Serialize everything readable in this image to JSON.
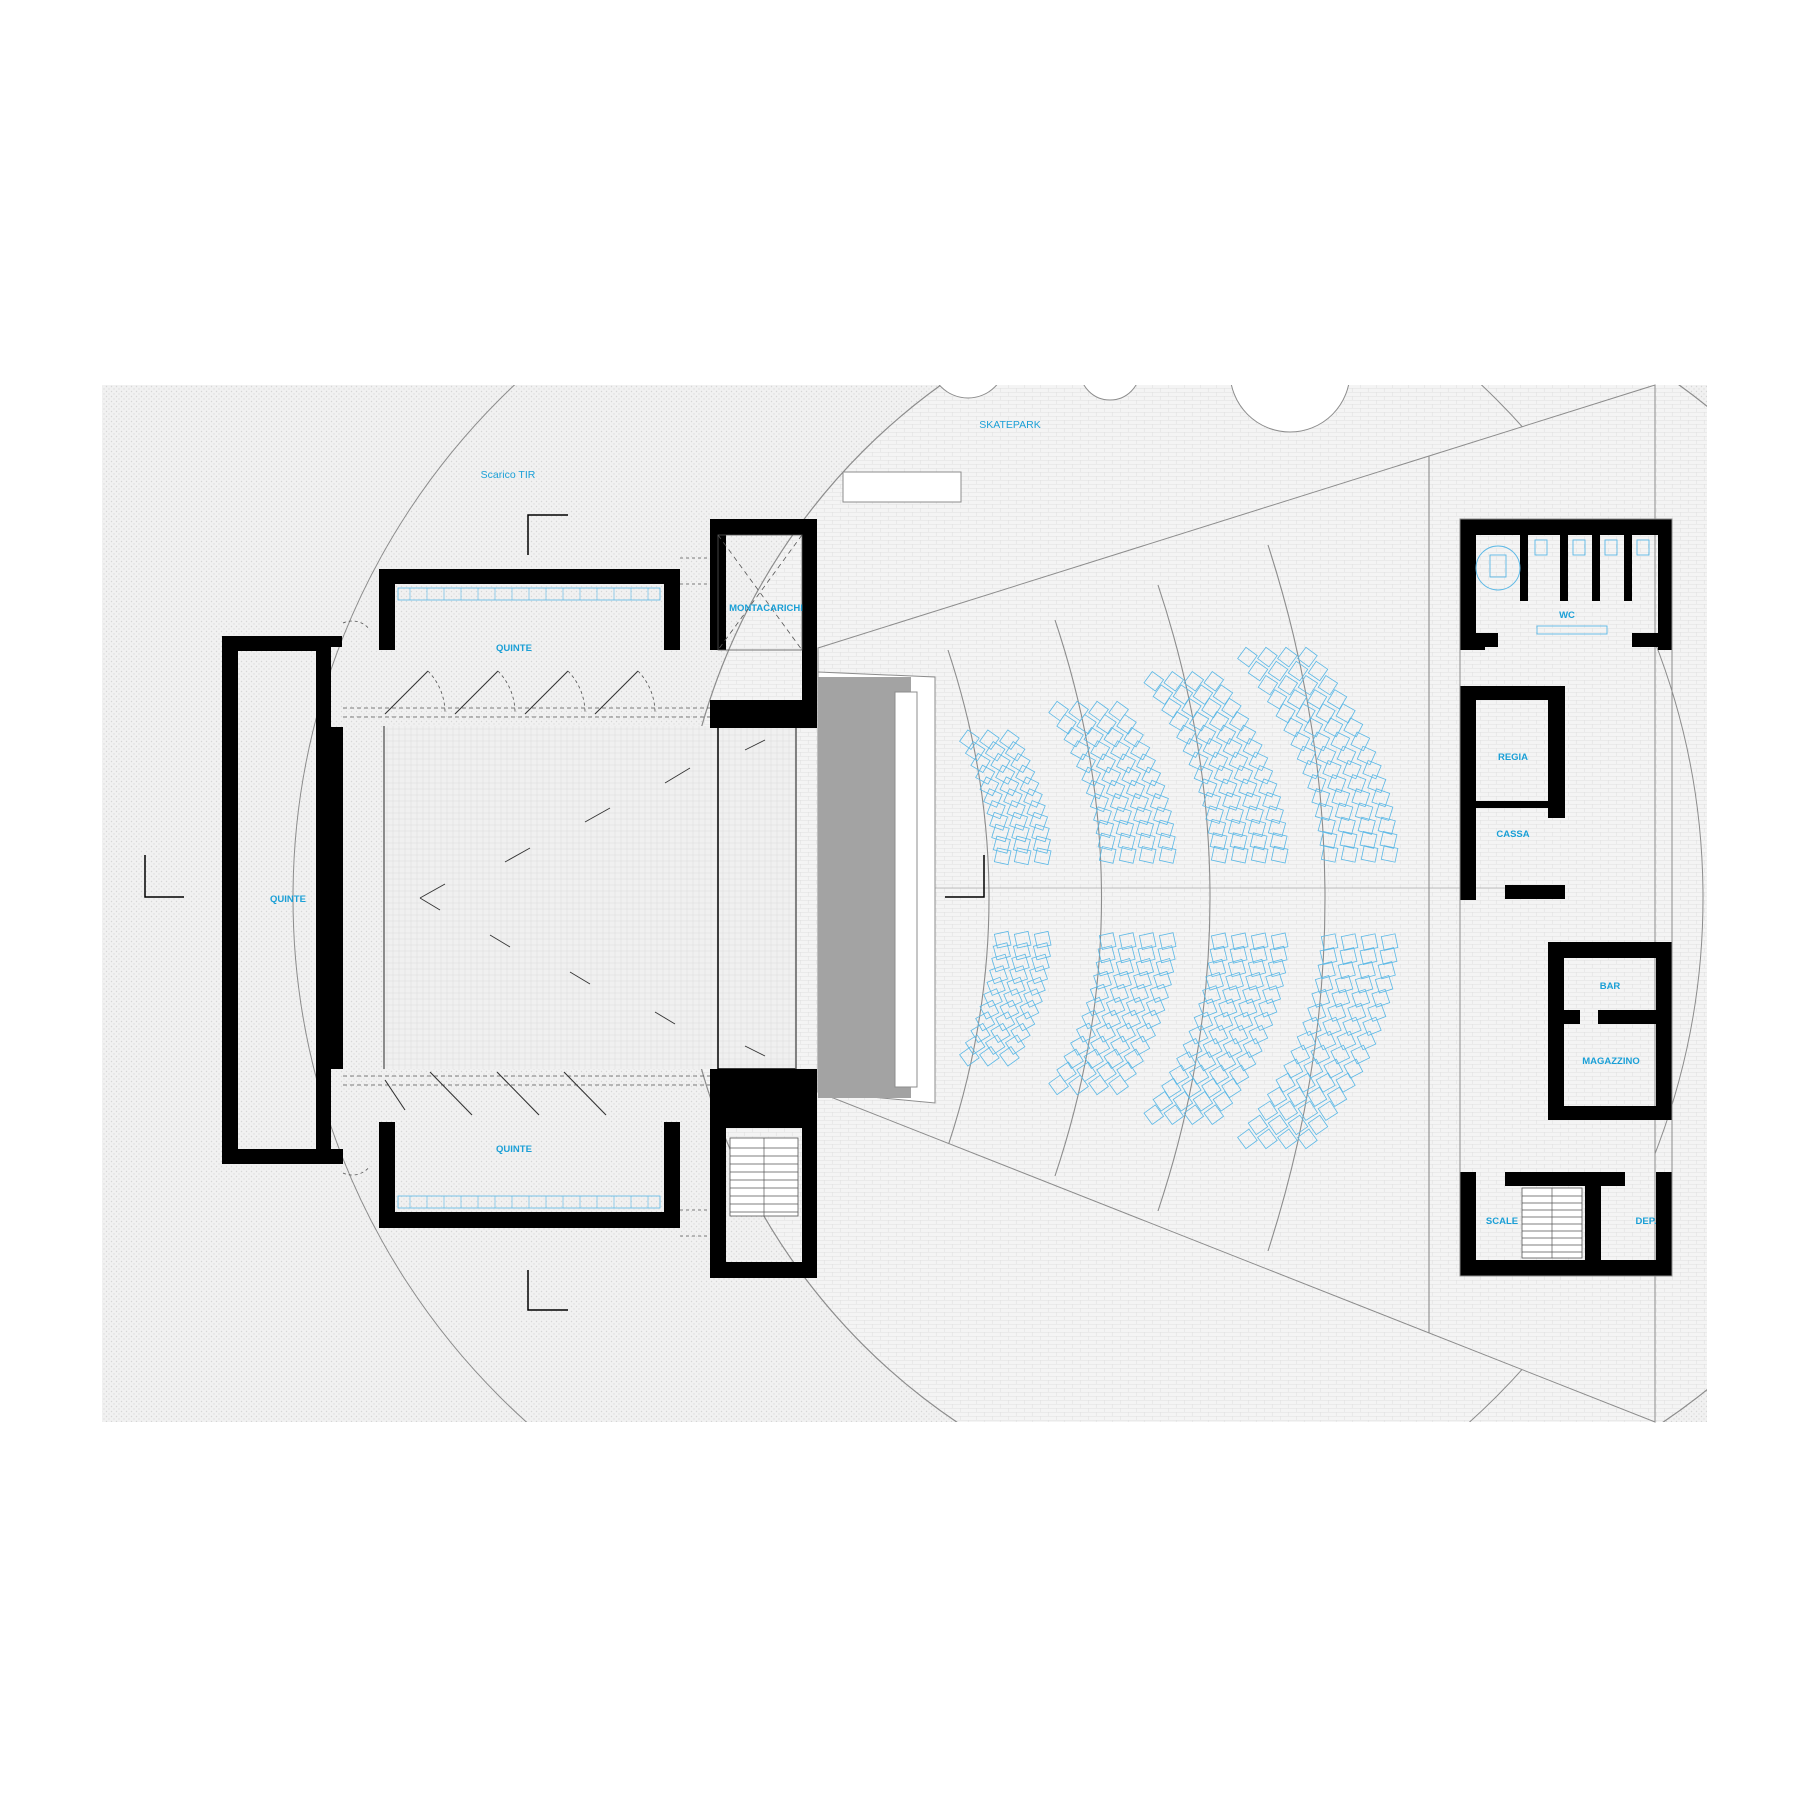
{
  "plan": {
    "outdoor_labels": {
      "skatepark": "SKATEPARK",
      "truck_unloading": "Scarico TIR"
    },
    "rooms": {
      "wings_left": "QUINTE",
      "wings_top": "QUINTE",
      "wings_bottom": "QUINTE",
      "freight_lift": "MONTACARICHI",
      "toilets": "WC",
      "control_room": "REGIA",
      "box_office": "CASSA",
      "bar": "BAR",
      "storage": "MAGAZZINO",
      "stairs": "SCALE",
      "deposit": "DEP."
    },
    "colors": {
      "walls": "#000000",
      "labels": "#1a9fd6",
      "seats": "#5bb8e6",
      "forestage": "#a3a3a3",
      "ground": "#ececec"
    }
  }
}
